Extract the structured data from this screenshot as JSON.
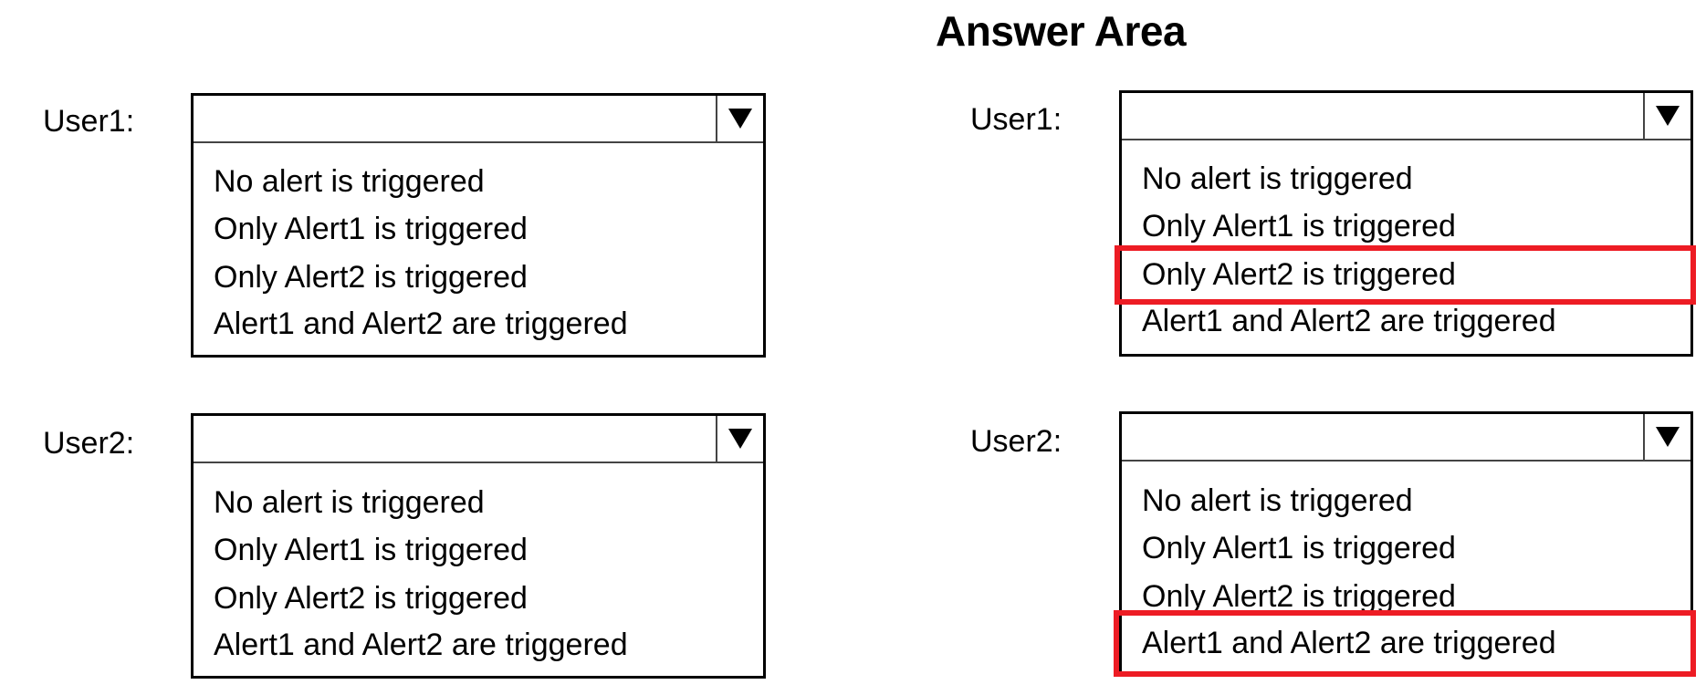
{
  "title": "Answer Area",
  "colors": {
    "highlight": "#ED1C24",
    "border": "#000000"
  },
  "question_panel": {
    "dropdowns": [
      {
        "label": "User1:",
        "selected": "",
        "options": [
          "No alert is triggered",
          "Only Alert1 is triggered",
          "Only Alert2 is triggered",
          "Alert1 and Alert2 are triggered"
        ]
      },
      {
        "label": "User2:",
        "selected": "",
        "options": [
          "No alert is triggered",
          "Only Alert1 is triggered",
          "Only Alert2 is triggered",
          "Alert1 and Alert2 are triggered"
        ]
      }
    ]
  },
  "answer_panel": {
    "dropdowns": [
      {
        "label": "User1:",
        "selected": "",
        "options": [
          "No alert is triggered",
          "Only Alert1 is triggered",
          "Only Alert2 is triggered",
          "Alert1 and Alert2 are triggered"
        ],
        "highlighted_option": "Only Alert2 is triggered"
      },
      {
        "label": "User2:",
        "selected": "",
        "options": [
          "No alert is triggered",
          "Only Alert1 is triggered",
          "Only Alert2 is triggered",
          "Alert1 and Alert2 are triggered"
        ],
        "highlighted_option": "Alert1 and Alert2 are triggered"
      }
    ],
    "dropdown_icon": "triangle-down"
  }
}
